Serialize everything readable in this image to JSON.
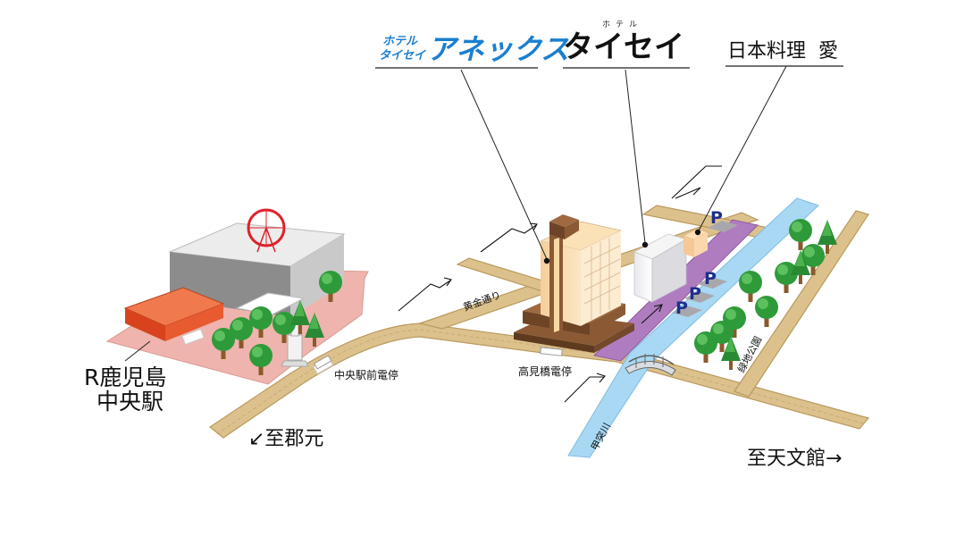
{
  "brands": {
    "annex_line1": "ホテル",
    "annex_line2": "タイセイ",
    "annex_main": "アネックス",
    "taisei_ruby": "ホテル",
    "taisei_main": "タイセイ",
    "restaurant": "日本料理  愛"
  },
  "labels": {
    "station_line1": "R鹿児島",
    "station_line2": "中央駅",
    "to_korimoto": "↙至郡元",
    "to_tenmonkan": "至天文館→",
    "tram_chuo": "中央駅前電停",
    "tram_takami": "高見橋電停",
    "street_kogane": "黄金通り",
    "river": "甲突川",
    "park": "緑地公園"
  },
  "parking": [
    "P",
    "P",
    "P",
    "P"
  ],
  "colors": {
    "road": "#dcc18d",
    "road_edge": "#b99a5e",
    "river": "#a8d8f4",
    "purple_road": "#b07cc0",
    "plaza": "#eeb4ad",
    "station_red": "#e4552b",
    "tree_green": "#2f9a3a",
    "annex_blue": "#1a7fd0",
    "parking_blue": "#1e2f8a"
  }
}
